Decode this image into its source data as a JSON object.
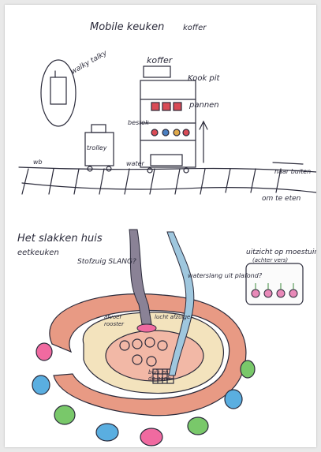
{
  "drawing": {
    "top": {
      "title": "Mobile keuken",
      "title_suffix": "koffer",
      "walkie_talkie": "walky talky",
      "koffer": "koffer",
      "kookpit": "Kook pit",
      "pannen": "pannen",
      "bestek": "bestek",
      "trolley": "trolley",
      "water": "water",
      "wb": "wb",
      "naar_buiten": "naar buiten",
      "om_te_eten": "om te eten"
    },
    "bottom": {
      "title": "Het slakken huis",
      "subtitle": "eetkeuken",
      "stofzuig": "Stofzuig SLANG?",
      "waterslang": "waterslang uit plafond?",
      "uitzicht": "uitzicht op moestuin",
      "uitzicht_sub": "(achter vers)",
      "rooster": "afvoer",
      "rooster2": "rooster",
      "lucht_afzuiger": "lucht afzuiger",
      "buis": "buis en",
      "buis2": "de bank"
    }
  },
  "colors": {
    "ink": "#2a2a3a",
    "ring_outer": "#e89a84",
    "ring_inner": "#f3e3bd",
    "table": "#f2b8a6",
    "hose": "#9fc7de",
    "vacuum": "#8a8296",
    "chairs": [
      "#f06aa0",
      "#5aaee0",
      "#79c86a",
      "#5aaee0",
      "#f06aa0",
      "#79c86a",
      "#5aaee0",
      "#79c86a"
    ]
  }
}
